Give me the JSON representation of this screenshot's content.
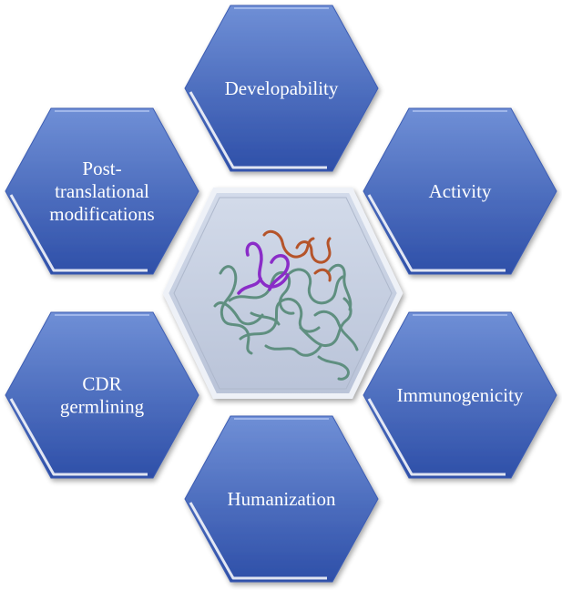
{
  "center": {
    "icon": "antibody-protein-structure-icon"
  },
  "hexagons": [
    {
      "id": "developability",
      "lines": [
        "Developability"
      ]
    },
    {
      "id": "activity",
      "lines": [
        "Activity"
      ]
    },
    {
      "id": "immunogenicity",
      "lines": [
        "Immunogenicity"
      ]
    },
    {
      "id": "humanization",
      "lines": [
        "Humanization"
      ]
    },
    {
      "id": "cdr-germlining",
      "lines": [
        "CDR",
        "germlining"
      ]
    },
    {
      "id": "post-translational-modifications",
      "lines": [
        "Post-",
        "translational",
        "modifications"
      ]
    }
  ],
  "colors": {
    "hex_fill_top": "#6f8fd6",
    "hex_fill_bottom": "#2e4fa8",
    "hex_edge_light": "#ffffff",
    "center_fill": "#c7d0e2",
    "center_edge": "#e9edf5",
    "protein_main": "#5f8f80",
    "protein_purple": "#8a2cc8",
    "protein_orange": "#b5542a"
  }
}
